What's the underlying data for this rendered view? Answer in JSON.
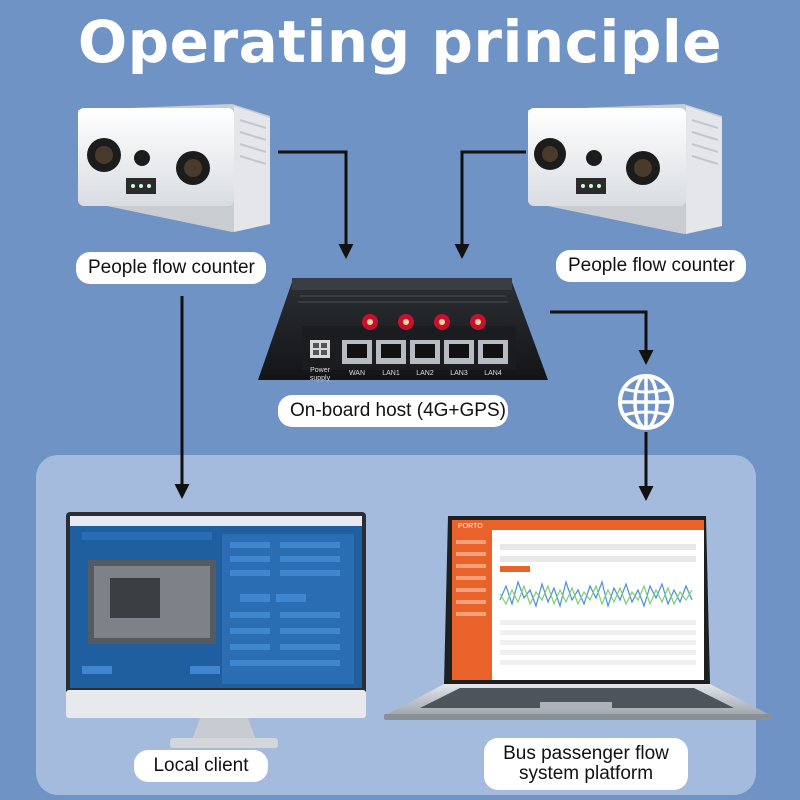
{
  "title": "Operating principle",
  "labels": {
    "counter_left": "People flow counter",
    "counter_right": "People flow counter",
    "host": "On-board host (4G+GPS)",
    "local_client": "Local client",
    "platform_line1": "Bus passenger flow",
    "platform_line2": "system platform"
  },
  "host_ports": {
    "power": [
      "Power",
      "supply"
    ],
    "ports": [
      "WAN",
      "LAN1",
      "LAN2",
      "LAN3",
      "LAN4"
    ]
  },
  "laptop_brand": "PORTO",
  "colors": {
    "background": "#6f93c4",
    "panel": "#a4bbdd",
    "arrow": "#111111",
    "platform_orange": "#e8622a",
    "client_blue": "#1f5fa0"
  }
}
